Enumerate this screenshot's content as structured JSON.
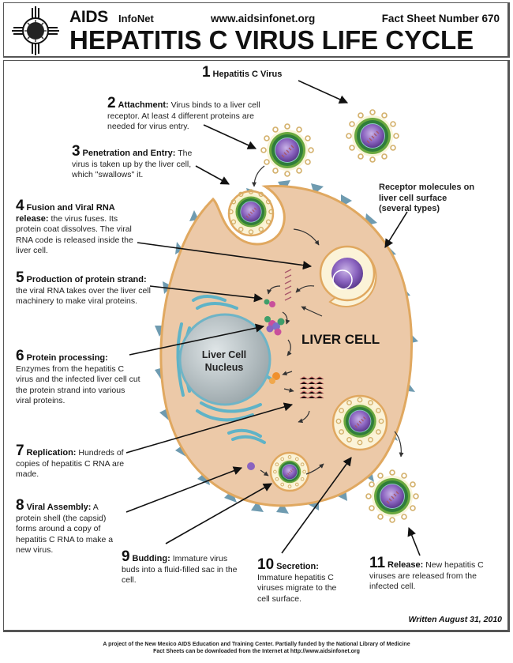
{
  "header": {
    "brand": "AIDS",
    "brand_sub": "InfoNet",
    "website": "www.aidsinfonet.org",
    "fact_sheet": "Fact Sheet Number 670",
    "title": "HEPATITIS C VIRUS LIFE CYCLE",
    "logo_icon": "zia-sun-virus-logo"
  },
  "steps": [
    {
      "num": "1",
      "title": "Hepatitis C Virus",
      "text": ""
    },
    {
      "num": "2",
      "title": "Attachment:",
      "text": "Virus binds to a liver cell receptor. At least 4 different proteins are needed for virus entry."
    },
    {
      "num": "3",
      "title": "Penetration and Entry:",
      "text": "The virus is taken up by the liver cell, which \"swallows\" it."
    },
    {
      "num": "4",
      "title": "Fusion and Viral RNA release:",
      "text": "the virus fuses. Its protein coat dissolves. The viral RNA code is released inside the liver cell."
    },
    {
      "num": "5",
      "title": "Production of protein strand:",
      "text": "the viral RNA takes over the liver cell machinery to make viral proteins."
    },
    {
      "num": "6",
      "title": "Protein processing:",
      "text": "Enzymes from the hepatitis C virus and the infected liver cell cut the protein strand into various viral proteins."
    },
    {
      "num": "7",
      "title": "Replication:",
      "text": "Hundreds of copies of hepatitis C RNA are made."
    },
    {
      "num": "8",
      "title": "Viral Assembly:",
      "text": "A protein shell (the capsid) forms around a copy of hepatitis C RNA to make a new virus."
    },
    {
      "num": "9",
      "title": "Budding:",
      "text": "Immature virus buds into a fluid-filled sac in the cell."
    },
    {
      "num": "10",
      "title": "Secretion:",
      "text": "Immature hepatitis C viruses migrate to the cell surface."
    },
    {
      "num": "11",
      "title": "Release:",
      "text": "New hepatitis C viruses are released from the infected cell."
    }
  ],
  "labels": {
    "receptor": "Receptor molecules on liver cell surface (several types)",
    "liver_cell": "LIVER CELL",
    "nucleus": "Liver Cell Nucleus"
  },
  "colors": {
    "cell_fill": "#ecc9a8",
    "cell_border": "#e0a860",
    "receptor": "#6f9bb0",
    "virus_core": "#7d55b0",
    "virus_envelope": "#2f7d3a",
    "nucleus": "#b4bec2",
    "er": "#5fb3c7"
  },
  "written": "Written August 31, 2010",
  "footer": {
    "line1": "A project of the New Mexico AIDS Education and Training Center.  Partially funded by the National Library of Medicine",
    "line2": "Fact Sheets can be downloaded from the Internet at http://www.aidsinfonet.org"
  }
}
